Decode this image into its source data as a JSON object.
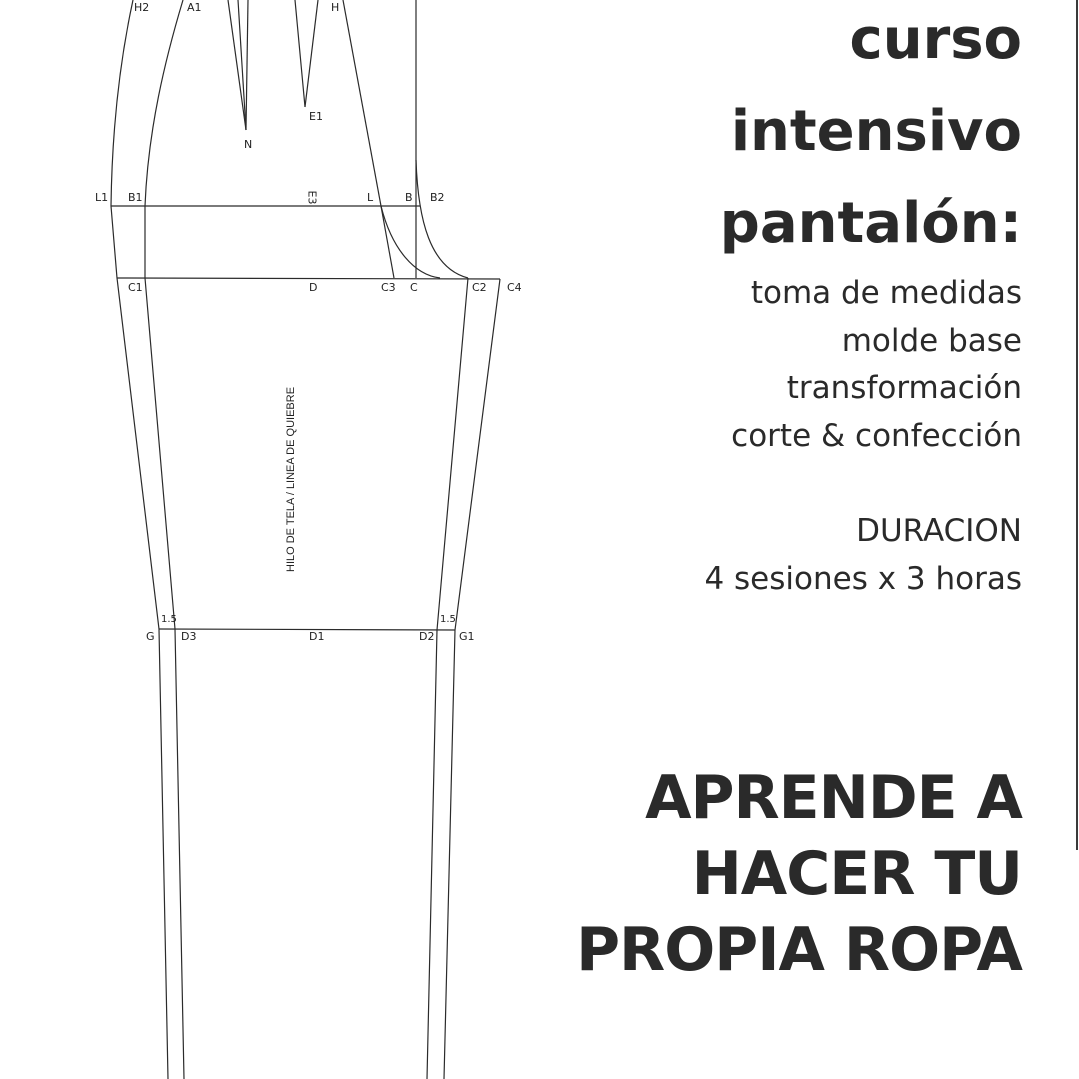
{
  "poster": {
    "title_lines": [
      "curso",
      "intensivo",
      "pantalón:"
    ],
    "topics": [
      "toma de medidas",
      "molde base",
      "transformación",
      "corte & confección"
    ],
    "duration": {
      "label": "DURACION",
      "value": "4 sesiones x 3 horas"
    },
    "cta_lines": [
      "APRENDE A",
      "HACER TU",
      "PROPIA ROPA"
    ],
    "text_color": "#2a2a2a",
    "background": "#ffffff"
  },
  "pattern": {
    "grain_line_label": "HILO DE TELA / LINEA DE QUIEBRE",
    "labels": {
      "H2": "H2",
      "A1": "A1",
      "H": "H",
      "N": "N",
      "E1": "E1",
      "L1": "L1",
      "B1": "B1",
      "E3": "E3",
      "L": "L",
      "B": "B",
      "B2": "B2",
      "C1": "C1",
      "D": "D",
      "C3": "C3",
      "C": "C",
      "C2": "C2",
      "C4": "C4",
      "G": "G",
      "D3": "D3",
      "D1": "D1",
      "D2": "D2",
      "G1": "G1",
      "m_left": "1.5",
      "m_right": "1.5"
    }
  }
}
